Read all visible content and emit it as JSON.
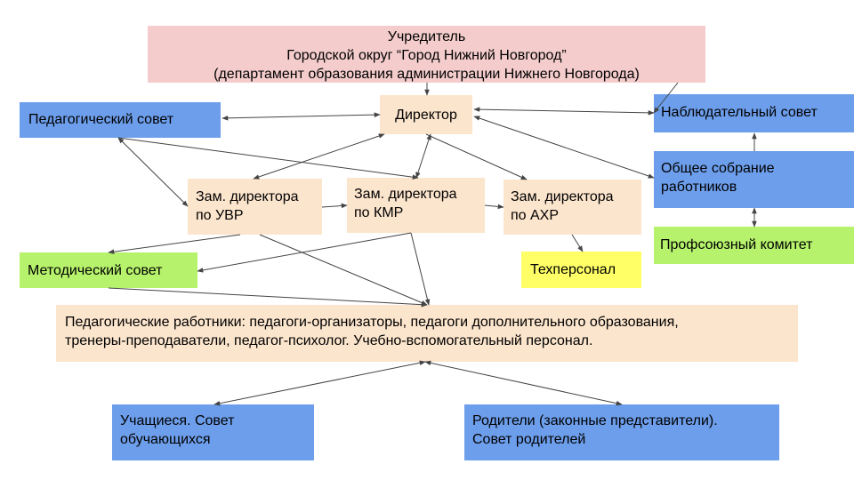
{
  "founder": {
    "lines": [
      "Учредитель",
      "Городской округ “Город Нижний Новгород”",
      "(департамент образования администрации Нижнего Новгорода)"
    ]
  },
  "director": {
    "label": "Директор"
  },
  "ped_council": {
    "label": "Педагогический совет"
  },
  "supervisory_board": {
    "label": "Наблюдательный совет"
  },
  "general_meeting": {
    "lines": [
      "Общее собрание",
      "работников"
    ]
  },
  "trade_union": {
    "label": "Профсоюзный комитет"
  },
  "deputy_uvr": {
    "lines": [
      "Зам. директора",
      "по УВР"
    ]
  },
  "deputy_kmr": {
    "lines": [
      "Зам. директора",
      "по КМР"
    ]
  },
  "deputy_ahr": {
    "lines": [
      "Зам. директора",
      "по АХР"
    ]
  },
  "method_council": {
    "label": "Методический совет"
  },
  "tech_staff": {
    "label": "Техперсонал"
  },
  "ped_staff": {
    "lines": [
      "Педагогические работники: педагоги-организаторы, педагоги дополнительного образования,",
      "тренеры-преподаватели, педагог-психолог. Учебно-вспомогательный персонал."
    ]
  },
  "students": {
    "lines": [
      "Учащиеся. Совет",
      "обучающихся"
    ]
  },
  "parents": {
    "lines": [
      "Родители (законные представители).",
      "Совет родителей"
    ]
  },
  "colors": {
    "founder": "#f4cccc",
    "peach": "#fce5cd",
    "blue": "#6d9eeb",
    "green": "#b6f26c",
    "yellow": "#ffff66",
    "arrow": "#444444"
  }
}
